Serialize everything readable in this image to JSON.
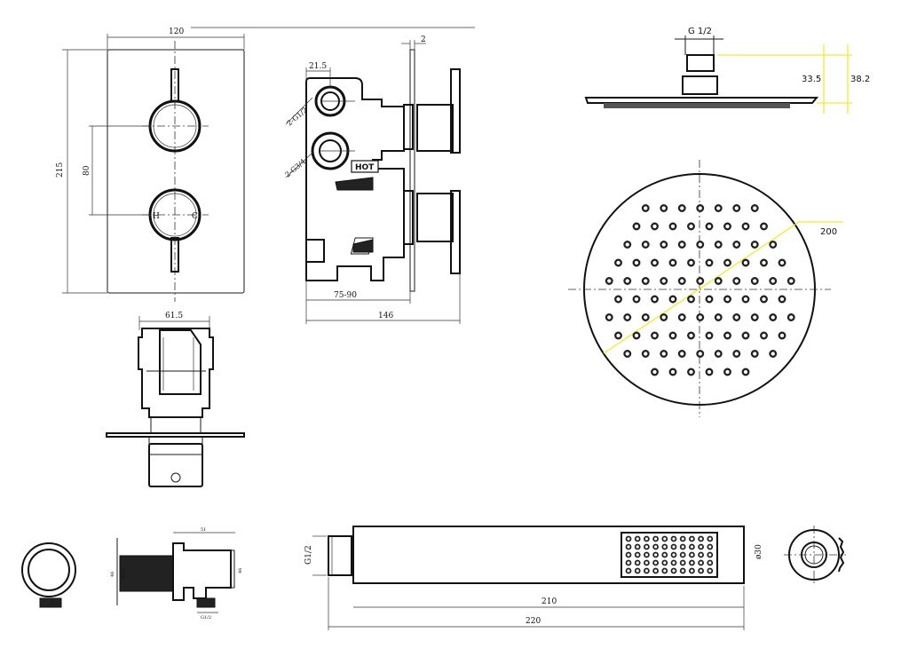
{
  "valve_front": {
    "width": "120",
    "height": "215",
    "spacing": "80"
  },
  "valve_side": {
    "thread_top": "2-G1/2",
    "thread_bottom": "2-G3/4",
    "hot_label": "HOT",
    "depth_offset": "21.5",
    "plate": "2",
    "adjustment": "75-90",
    "total_depth": "146"
  },
  "valve_top": {
    "width": "61.5"
  },
  "shower_head_side": {
    "thread": "G 1/2",
    "arm_height": "33.5",
    "total_height": "38.2"
  },
  "shower_head_top": {
    "diameter": "200"
  },
  "wall_outlet": {
    "length": "51",
    "d1": "46",
    "d2": "G1/2",
    "outlet": "G1/2",
    "d3": "46"
  },
  "hand_shower": {
    "thread": "G1/2",
    "diameter": "ø30",
    "body_length": "210",
    "total_length": "220"
  }
}
